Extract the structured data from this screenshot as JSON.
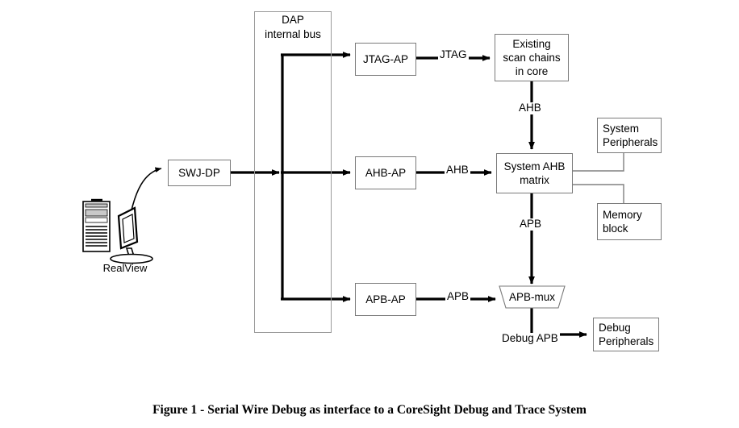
{
  "figure": {
    "caption": "Figure 1 - Serial Wire Debug as interface to a CoreSight Debug and Trace System"
  },
  "colors": {
    "box_border": "#7a7a7a",
    "dap_border": "#9a9a9a",
    "thick_line": "#000000",
    "thin_line": "#808080",
    "text": "#000000",
    "background": "#ffffff"
  },
  "host": {
    "label": "RealView",
    "icon_tower": "pc-tower-icon",
    "icon_monitor": "pc-monitor-icon",
    "link_icon": "curved-double-arrow-icon"
  },
  "dap": {
    "title": "DAP\ninternal bus",
    "title_line1": "DAP",
    "title_line2": "internal bus"
  },
  "nodes": {
    "swj_dp": "SWJ-DP",
    "jtag_ap": "JTAG-AP",
    "ahb_ap": "AHB-AP",
    "apb_ap": "APB-AP",
    "scan_chains": "Existing\nscan chains\nin core",
    "system_ahb_matrix": "System AHB\nmatrix",
    "system_peripherals": "System\nPeripherals",
    "memory_block": "Memory\nblock",
    "apb_mux": "APB-mux",
    "debug_peripherals": "Debug\nPeripherals"
  },
  "edge_labels": {
    "jtag": "JTAG",
    "ahb_from_ap": "AHB",
    "ahb_from_scan": "AHB",
    "apb_from_ap": "APB",
    "apb_from_matrix": "APB",
    "debug_apb": "Debug APB"
  }
}
